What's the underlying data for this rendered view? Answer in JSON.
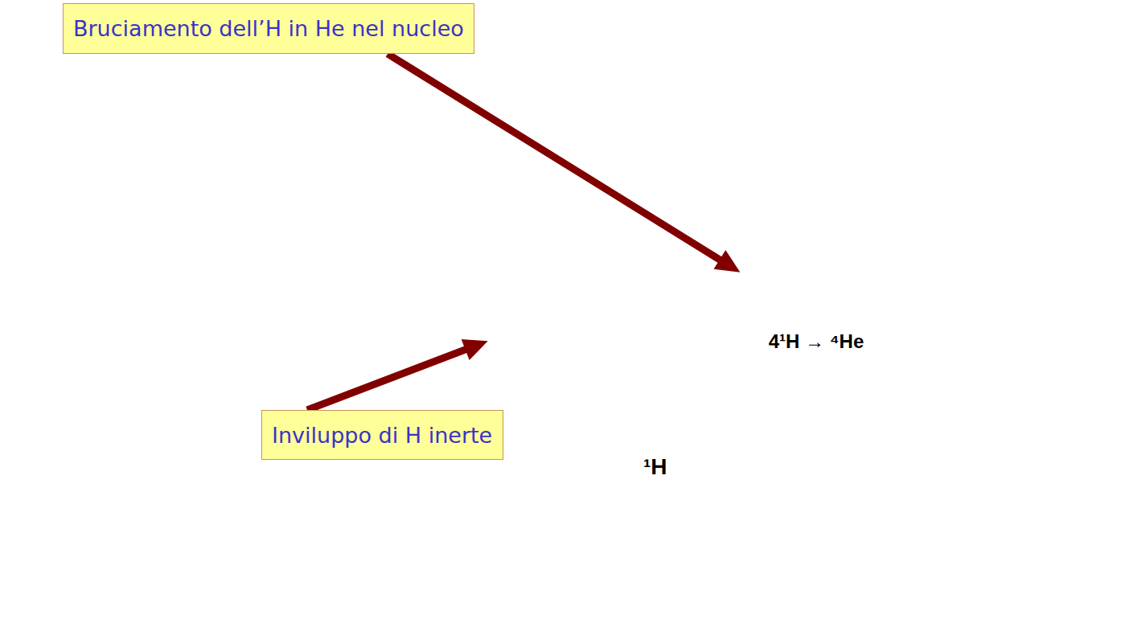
{
  "diagram": {
    "nodes": [
      {
        "text": [
          "Bruciamento dell’H in He nel nucleo"
        ]
      },
      {
        "text": [
          "¹H"
        ]
      },
      {
        "text": [
          "4¹H → ⁴He"
        ],
        "in": 1
      },
      {
        "text": [
          "Inviluppo di H inerte"
        ]
      }
    ],
    "edges": [
      {
        "from": 0,
        "to": 2,
        "arrow": "to"
      },
      {
        "from": 3,
        "to": 1,
        "arrow": "to"
      }
    ]
  }
}
